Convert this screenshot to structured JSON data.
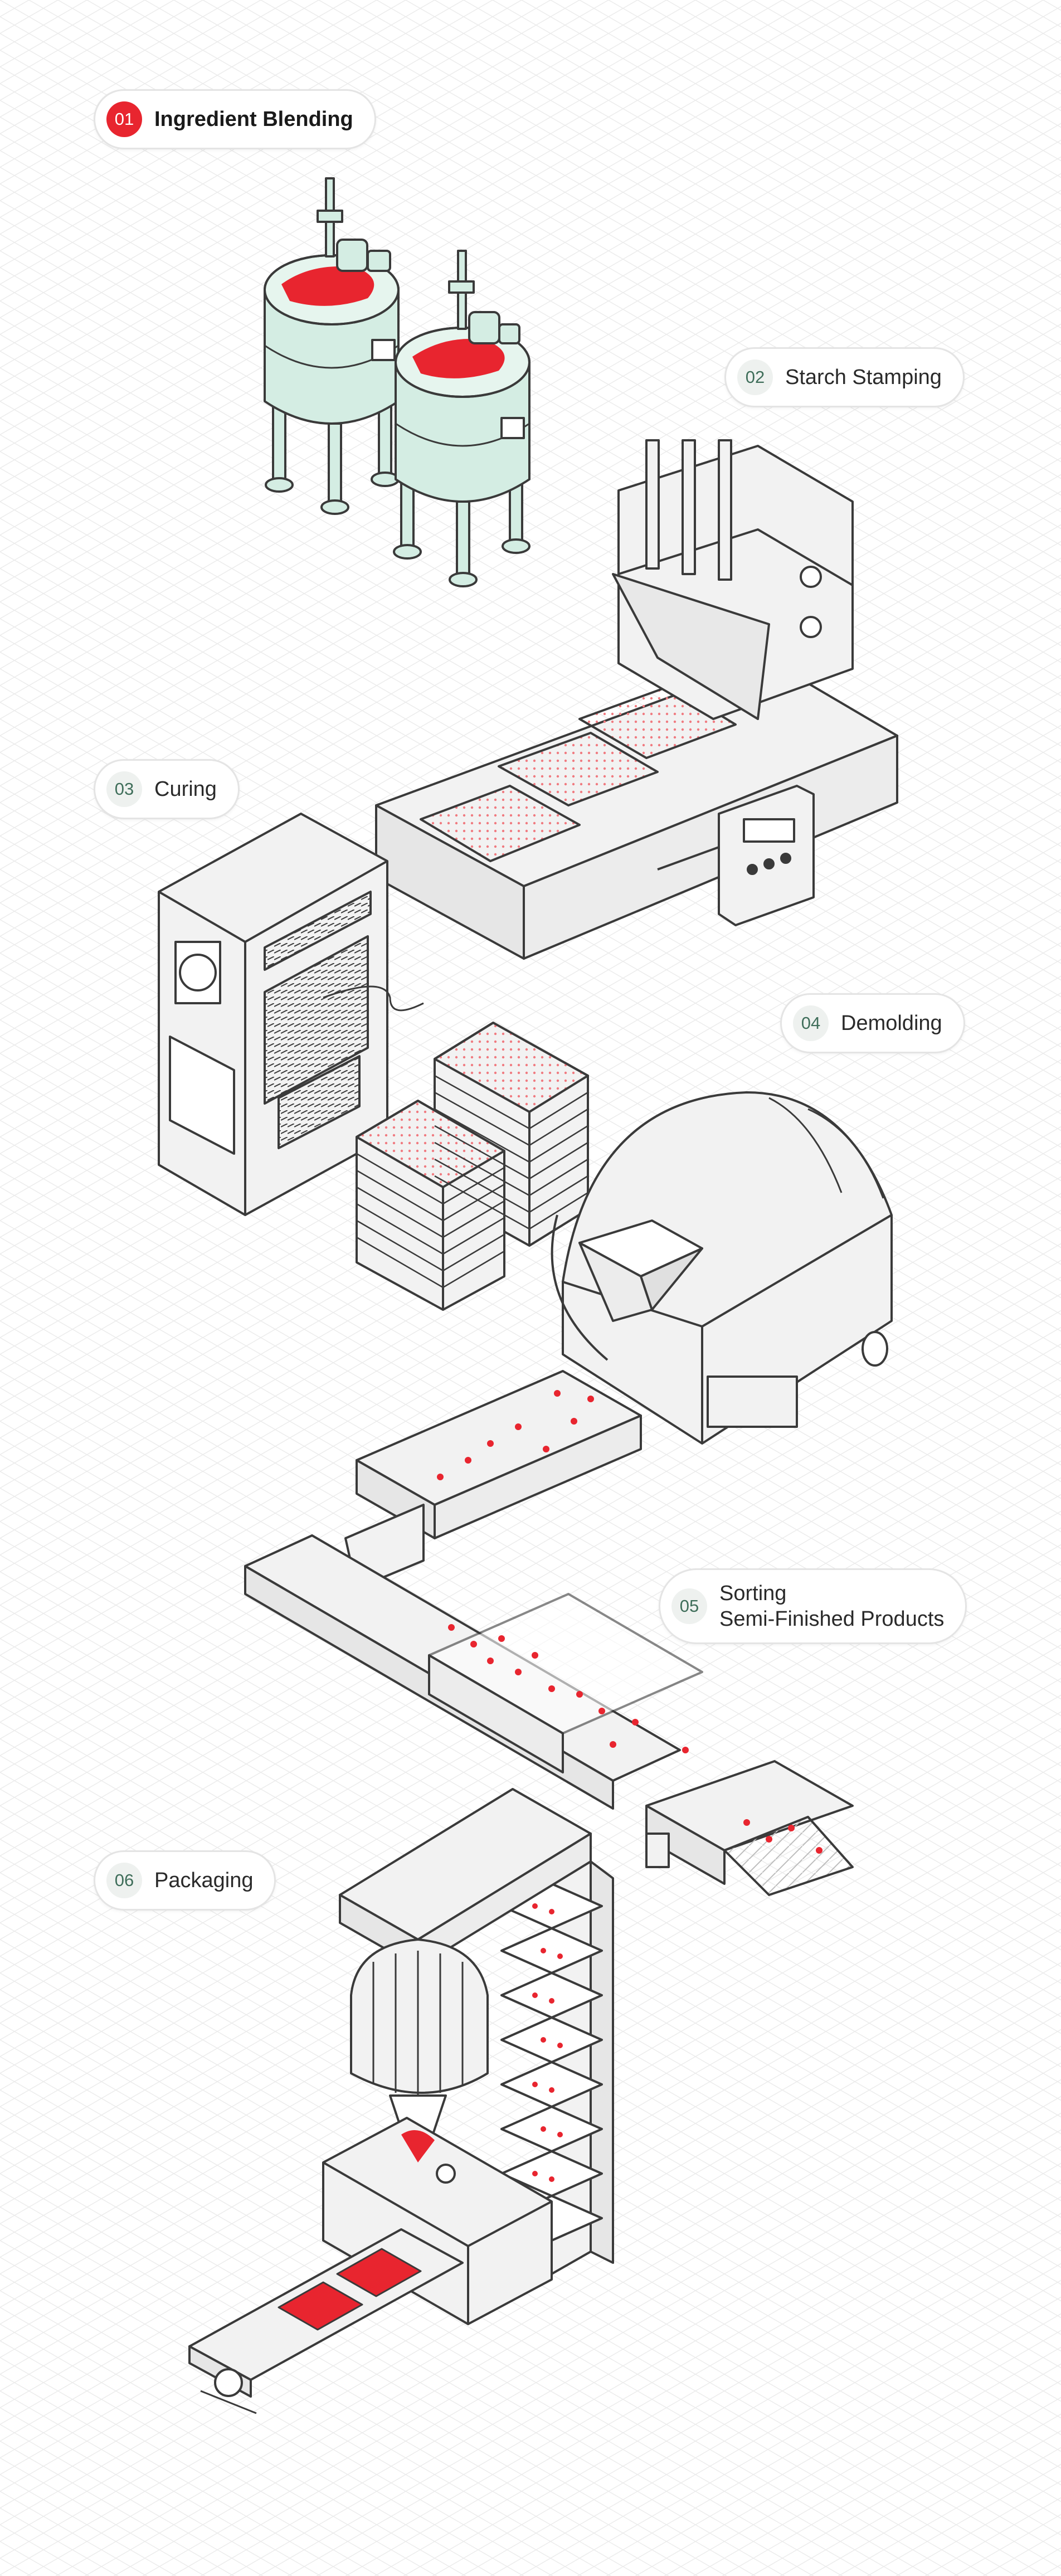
{
  "steps": [
    {
      "number": "01",
      "label": "Ingredient Blending",
      "active": true
    },
    {
      "number": "02",
      "label": "Starch Stamping",
      "active": false
    },
    {
      "number": "03",
      "label": "Curing",
      "active": false
    },
    {
      "number": "04",
      "label": "Demolding",
      "active": false
    },
    {
      "number": "05",
      "label_line1": "Sorting",
      "label_line2": "Semi-Finished Products",
      "active": false
    },
    {
      "number": "06",
      "label": "Packaging",
      "active": false
    }
  ],
  "colors": {
    "accent": "#e8252f",
    "tank": "#d4ede3",
    "badge_bg": "#eef1ef",
    "badge_text": "#3f6e5a",
    "outline": "#3a3a3a",
    "machine_fill": "#f2f2f2",
    "grid": "#ececec"
  },
  "icons": [
    "mixing-tank-icon",
    "starch-mogul-icon",
    "control-panel-icon",
    "curing-cabinet-icon",
    "starch-tray-stack-icon",
    "demolding-drum-icon",
    "hopper-icon",
    "conveyor-icon",
    "sorting-sieve-icon",
    "multihead-weigher-icon",
    "bucket-elevator-icon",
    "packaged-bag-icon"
  ]
}
